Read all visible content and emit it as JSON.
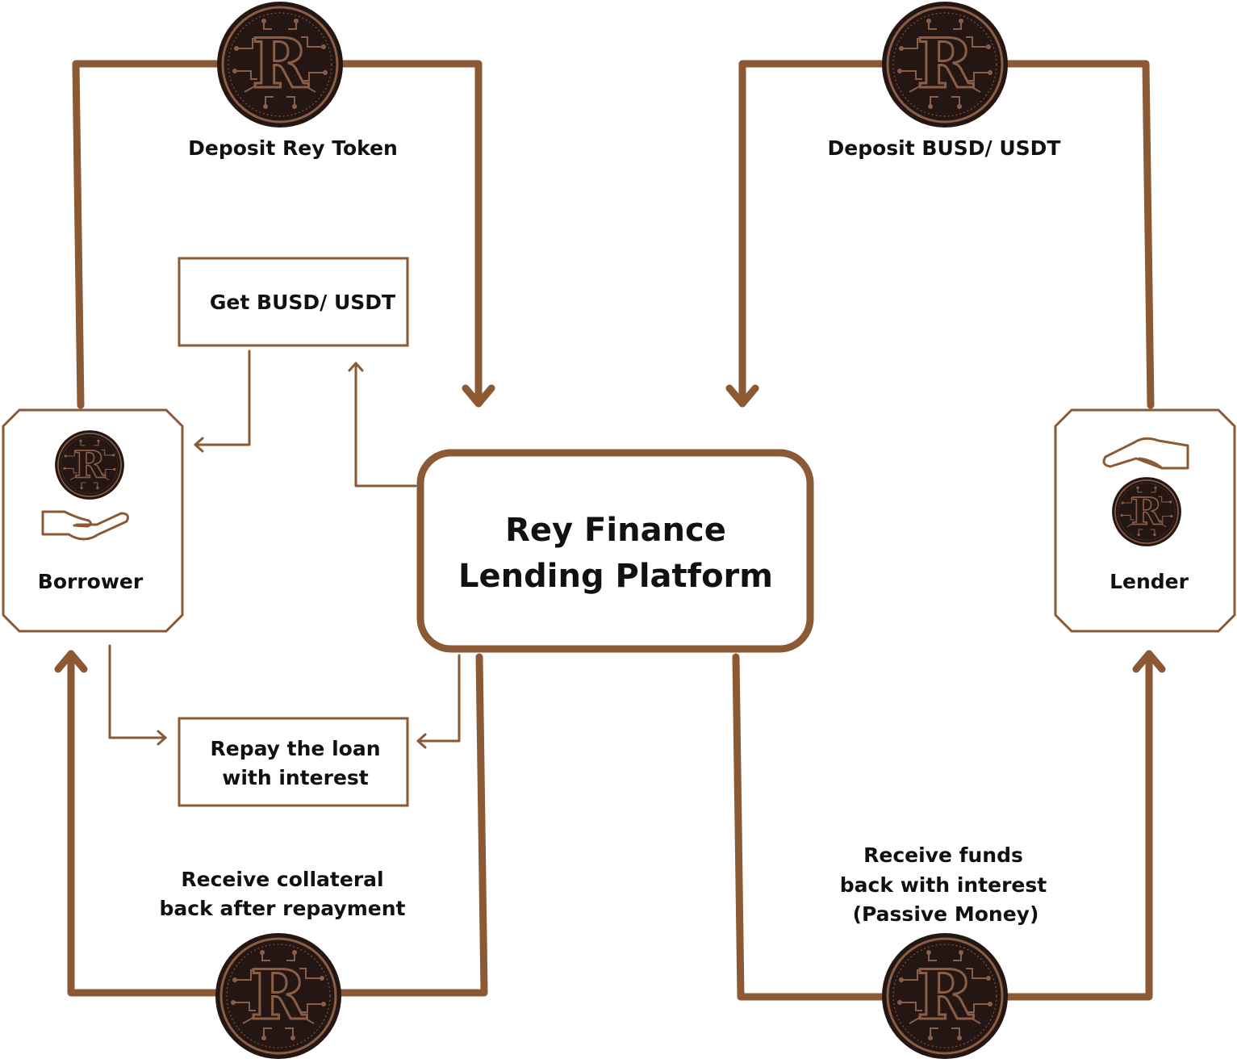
{
  "colors": {
    "flow": "#8b5a34",
    "coin_dark": "#241713",
    "coin_light": "#8a5e46",
    "text": "#111111",
    "background": "#ffffff"
  },
  "platform": {
    "line1": "Rey Finance",
    "line2": "Lending Platform"
  },
  "borrower": {
    "label": "Borrower"
  },
  "lender": {
    "label": "Lender"
  },
  "flows": {
    "deposit_rey": "Deposit Rey Token",
    "deposit_busd": "Deposit BUSD/ USDT",
    "get_busd": "Get BUSD/ USDT",
    "repay": [
      "Repay the loan",
      "with interest"
    ],
    "receive_collateral": [
      "Receive collateral",
      "back after repayment"
    ],
    "receive_funds": [
      "Receive funds",
      "back with interest",
      "(Passive Money)"
    ]
  },
  "coin": {
    "letter": "R",
    "icon": "rey-token-coin-icon"
  },
  "hand_icon": "open-hand-icon"
}
